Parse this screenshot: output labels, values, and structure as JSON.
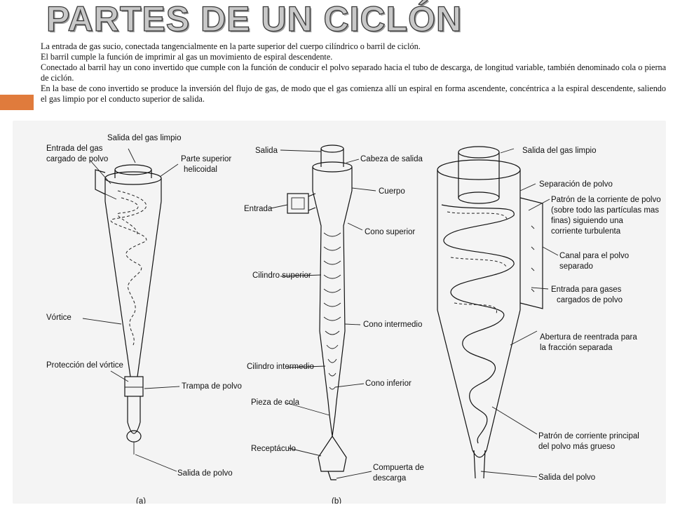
{
  "title": "PARTES DE UN CICLÓN",
  "paragraphs": [
    "La entrada de gas sucio, conectada tangencialmente en la parte superior del cuerpo cilíndrico o barril de ciclón.",
    "El barril cumple la función de imprimir al gas un movimiento de espiral descendente.",
    "Conectado al barril hay un cono invertido que cumple con la función de conducir el polvo separado hacia el tubo de descarga, de longitud variable, también denominado cola o pierna de ciclón.",
    "En la base de cono invertido se produce la inversión del flujo de gas, de modo que el gas comienza allí un espiral en forma ascendente, concéntrica a la espiral descendente, saliendo el gas limpio por el conducto superior de salida."
  ],
  "diagram_a": {
    "labels": [
      "Salida del gas limpio",
      "Entrada del gas",
      "cargado de polvo",
      "Parte superior",
      "helicoidal",
      "Vórtice",
      "Protección del vórtice",
      "Trampa de polvo",
      "Salida de polvo"
    ],
    "caption": "(a)"
  },
  "diagram_b": {
    "labels": [
      "Salida",
      "Cabeza de salida",
      "Cuerpo",
      "Entrada",
      "Cono superior",
      "Cilindro superior",
      "Cono intermedio",
      "Cilindro intermedio",
      "Cono inferior",
      "Pieza de cola",
      "Receptáculo",
      "Compuerta de",
      "descarga"
    ],
    "caption": "(b)"
  },
  "diagram_c": {
    "labels": [
      "Salida del gas limpio",
      "Separación de polvo",
      "Patrón de la corriente de polvo",
      "(sobre todo las partículas mas",
      "finas) siguiendo una",
      "corriente turbulenta",
      "Canal para el polvo",
      "separado",
      "Entrada para gases",
      "cargados de polvo",
      "Abertura de reentrada para",
      "la fracción separada",
      "Patrón de corriente principal",
      "del polvo más grueso",
      "Salida del polvo"
    ]
  },
  "colors": {
    "accent": "#e07b3c",
    "title_fill": "#c8c8c8",
    "title_stroke": "#3a3a3a",
    "figure_bg": "#f4f4f4"
  }
}
